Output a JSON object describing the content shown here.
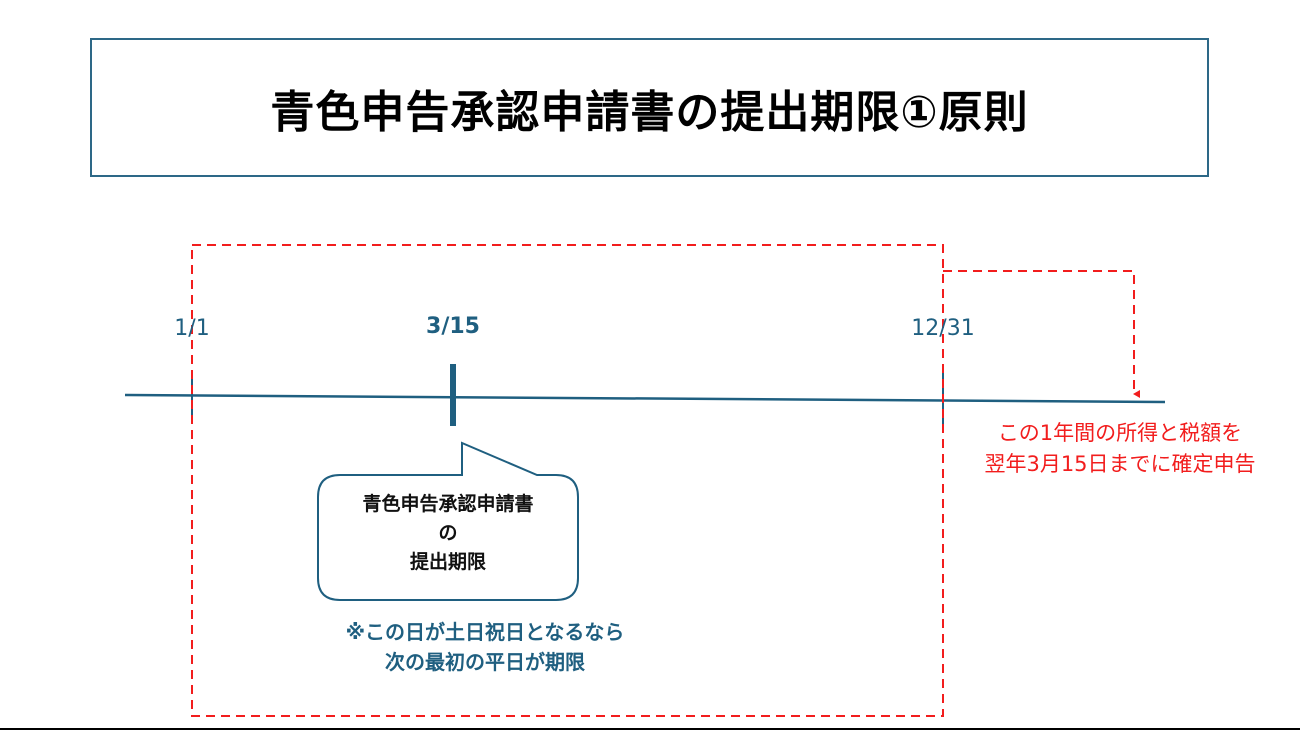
{
  "title": "青色申告承認申請書の提出期限①原則",
  "timeline": {
    "dates": {
      "start": "1/1",
      "deadline": "3/15",
      "end": "12/31"
    }
  },
  "callout": {
    "lines": [
      "青色申告承認申請書",
      "の",
      "提出期限"
    ]
  },
  "note": {
    "lines": [
      "※この日が土日祝日となるなら",
      "次の最初の平日が期限"
    ]
  },
  "annual_note": {
    "lines": [
      "この1年間の所得と税額を",
      "翌年3月15日までに確定申告"
    ]
  },
  "colors": {
    "accent": "#1f5f80",
    "red": "#f21d1d",
    "border": "#2d6887"
  }
}
